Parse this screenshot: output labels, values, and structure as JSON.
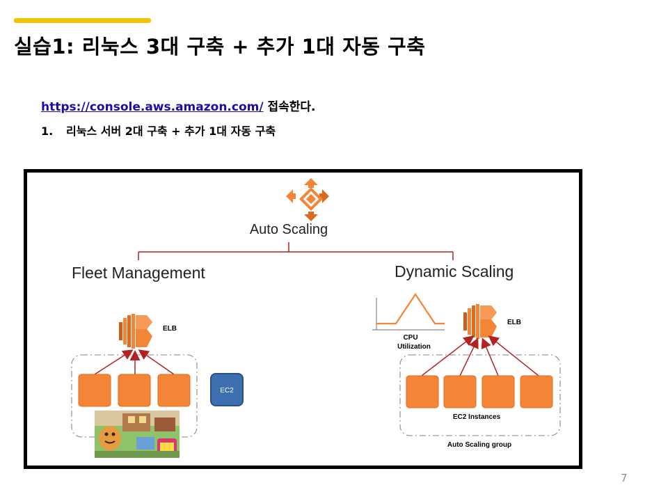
{
  "slide": {
    "title": "실습1: 리눅스 3대 구축 + 추가 1대 자동 구축",
    "link_text": "https://console.aws.amazon.com/",
    "link_suffix": " 접속한다.",
    "step_number": "1.",
    "step_text": "리눅스 서버 2대 구축 + 추가 1대 자동 구축",
    "page_number": "7",
    "accent_color": "#f5c400"
  },
  "diagram": {
    "root_label": "Auto Scaling",
    "left_heading": "Fleet Management",
    "right_heading": "Dynamic Scaling",
    "left_elb_label": "ELB",
    "right_elb_label": "ELB",
    "ec2_box_label": "EC2",
    "cpu_label_line1": "CPU",
    "cpu_label_line2": "Utilization",
    "instances_label": "EC2 Instances",
    "group_label": "Auto Scaling group",
    "left_instance_count": 3,
    "right_instance_count": 4,
    "aws_orange": "#f58536",
    "connector_color": "#b22222",
    "ec2_box_color": "#3e6fb0"
  }
}
